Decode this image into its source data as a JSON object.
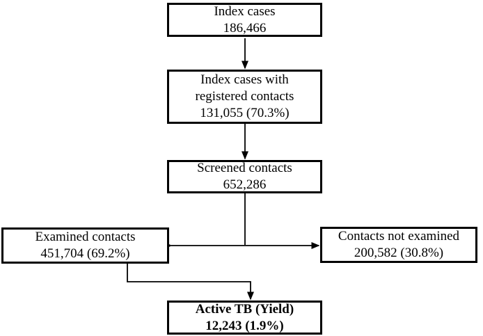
{
  "flowchart": {
    "index_cases": {
      "lines": [
        "Index cases",
        "186,466"
      ]
    },
    "registered_contacts": {
      "lines": [
        "Index cases with",
        "registered contacts",
        "131,055 (70.3%)"
      ]
    },
    "screened_contacts": {
      "lines": [
        "Screened contacts",
        "652,286"
      ]
    },
    "examined_contacts": {
      "lines": [
        "Examined contacts",
        "451,704 (69.2%)"
      ]
    },
    "contacts_not_examined": {
      "lines": [
        "Contacts not examined",
        "200,582 (30.8%)"
      ]
    },
    "active_tb_yield": {
      "lines": [
        "Active TB (Yield)",
        "12,243 (1.9%)"
      ]
    }
  },
  "colors": {
    "line": "#000000",
    "background": "#ffffff"
  }
}
